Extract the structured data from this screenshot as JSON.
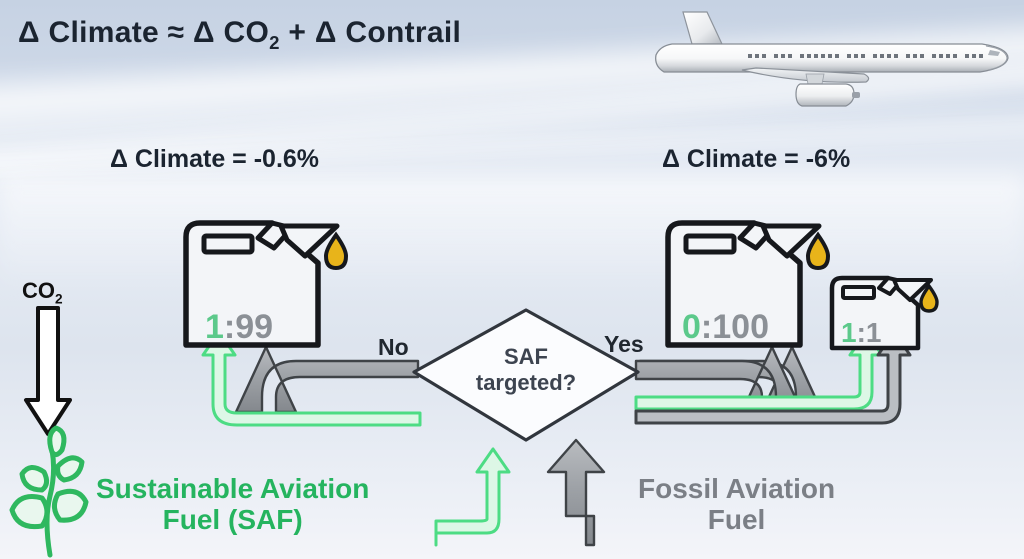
{
  "title": {
    "prefix": "Δ Climate ≈ Δ CO",
    "sub": "2",
    "suffix": " + Δ Contrail",
    "full": "Δ Climate ≈ Δ CO2 + Δ Contrail"
  },
  "climate_labels": {
    "left": "Δ Climate = -0.6%",
    "right": "Δ Climate = -6%"
  },
  "co2": {
    "prefix": "CO",
    "sub": "2"
  },
  "decision": {
    "line1": "SAF",
    "line2": "targeted?",
    "no": "No",
    "yes": "Yes"
  },
  "cans": {
    "left": {
      "green": "1",
      "gray": ":99",
      "ratio": "1:99"
    },
    "right_big": {
      "green": "0",
      "gray": ":100",
      "ratio": "0:100"
    },
    "right_small": {
      "green": "1",
      "gray": ":1",
      "ratio": "1:1"
    }
  },
  "fuel_labels": {
    "saf_line1": "Sustainable Aviation",
    "saf_line2": "Fuel (SAF)",
    "fossil_line1": "Fossil Aviation",
    "fossil_line2": "Fuel"
  },
  "icons": {
    "airplane": "airplane-icon",
    "plant": "plant-icon",
    "fuel_can": "fuel-can-icon",
    "droplet": "oil-droplet-icon",
    "down_arrow": "co2-down-arrow-icon"
  },
  "colors": {
    "saf_green": "#25b45f",
    "arrow_green": "#4ddc84",
    "fossil_gray": "#9a9a9a",
    "outline_dark": "#3b3f46",
    "can_outline": "#16181c",
    "droplet": "#e8b41a",
    "text_dark": "#1b2430",
    "sky_top": "#c6d2e3",
    "sky_bottom": "#f4f5f9"
  },
  "chart_data": {
    "type": "diagram",
    "title": "Δ Climate ≈ Δ CO2 + Δ Contrail",
    "nodes": [
      {
        "id": "saf_source",
        "label": "Sustainable Aviation Fuel (SAF)",
        "color": "green"
      },
      {
        "id": "fossil_source",
        "label": "Fossil Aviation Fuel",
        "color": "gray"
      },
      {
        "id": "decision",
        "label": "SAF targeted?",
        "shape": "diamond"
      },
      {
        "id": "can_no",
        "label": "1:99",
        "branch": "No",
        "outcome": "Δ Climate = -0.6%"
      },
      {
        "id": "can_yes_big",
        "label": "0:100",
        "branch": "Yes",
        "outcome": "Δ Climate = -6%"
      },
      {
        "id": "can_yes_small",
        "label": "1:1",
        "branch": "Yes",
        "outcome": "Δ Climate = -6%"
      },
      {
        "id": "co2_plant",
        "label": "CO2"
      }
    ],
    "edges": [
      {
        "from": "saf_source",
        "to": "decision",
        "color": "green"
      },
      {
        "from": "fossil_source",
        "to": "decision",
        "color": "gray"
      },
      {
        "from": "decision",
        "to": "can_no",
        "label": "No"
      },
      {
        "from": "decision",
        "to": "can_yes_big",
        "label": "Yes"
      },
      {
        "from": "decision",
        "to": "can_yes_small",
        "label": "Yes"
      },
      {
        "from": "co2_plant",
        "to": "saf_source",
        "color": "black"
      }
    ]
  }
}
